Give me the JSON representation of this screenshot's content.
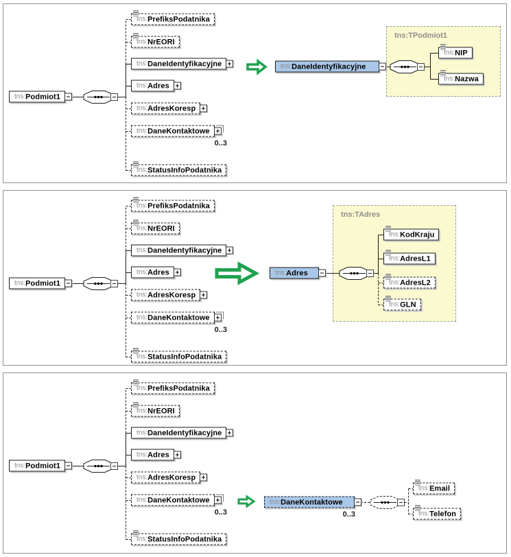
{
  "colors": {
    "highlight": "#a9c7e8",
    "type_area": "#fbf9cf",
    "arrow": "#1fa24f"
  },
  "panels": [
    {
      "root": {
        "prefix": "tns:",
        "name": "Podmiot1"
      },
      "children": [
        {
          "prefix": "tns:",
          "name": "PrefiksPodatnika"
        },
        {
          "prefix": "tns:",
          "name": "NrEORI"
        },
        {
          "prefix": "tns:",
          "name": "DaneIdentyfikacyjne"
        },
        {
          "prefix": "tns:",
          "name": "Adres"
        },
        {
          "prefix": "tns:",
          "name": "AdresKoresp"
        },
        {
          "prefix": "tns:",
          "name": "DaneKontaktowe",
          "occurrence": "0..3"
        },
        {
          "prefix": "tns:",
          "name": "StatusInfoPodatnika"
        }
      ],
      "focus": {
        "element": {
          "prefix": "tns:",
          "name": "DaneIdentyfikacyjne"
        },
        "type": "tns:TPodmiot1",
        "children": [
          {
            "prefix": "tns:",
            "name": "NIP"
          },
          {
            "prefix": "tns:",
            "name": "Nazwa"
          }
        ]
      }
    },
    {
      "root": {
        "prefix": "tns:",
        "name": "Podmiot1"
      },
      "children": [
        {
          "prefix": "tns:",
          "name": "PrefiksPodatnika"
        },
        {
          "prefix": "tns:",
          "name": "NrEORI"
        },
        {
          "prefix": "tns:",
          "name": "DaneIdentyfikacyjne"
        },
        {
          "prefix": "tns:",
          "name": "Adres"
        },
        {
          "prefix": "tns:",
          "name": "AdresKoresp"
        },
        {
          "prefix": "tns:",
          "name": "DaneKontaktowe",
          "occurrence": "0..3"
        },
        {
          "prefix": "tns:",
          "name": "StatusInfoPodatnika"
        }
      ],
      "focus": {
        "element": {
          "prefix": "tns:",
          "name": "Adres"
        },
        "type": "tns:TAdres",
        "children": [
          {
            "prefix": "tns:",
            "name": "KodKraju"
          },
          {
            "prefix": "tns:",
            "name": "AdresL1"
          },
          {
            "prefix": "tns:",
            "name": "AdresL2"
          },
          {
            "prefix": "tns:",
            "name": "GLN"
          }
        ]
      }
    },
    {
      "root": {
        "prefix": "tns:",
        "name": "Podmiot1"
      },
      "children": [
        {
          "prefix": "tns:",
          "name": "PrefiksPodatnika"
        },
        {
          "prefix": "tns:",
          "name": "NrEORI"
        },
        {
          "prefix": "tns:",
          "name": "DaneIdentyfikacyjne"
        },
        {
          "prefix": "tns:",
          "name": "Adres"
        },
        {
          "prefix": "tns:",
          "name": "AdresKoresp"
        },
        {
          "prefix": "tns:",
          "name": "DaneKontaktowe",
          "occurrence": "0..3"
        },
        {
          "prefix": "tns:",
          "name": "StatusInfoPodatnika"
        }
      ],
      "focus": {
        "element": {
          "prefix": "tns:",
          "name": "DaneKontaktowe"
        },
        "occurrence": "0..3",
        "children": [
          {
            "prefix": "tns:",
            "name": "Email"
          },
          {
            "prefix": "tns:",
            "name": "Telefon"
          }
        ]
      }
    }
  ]
}
